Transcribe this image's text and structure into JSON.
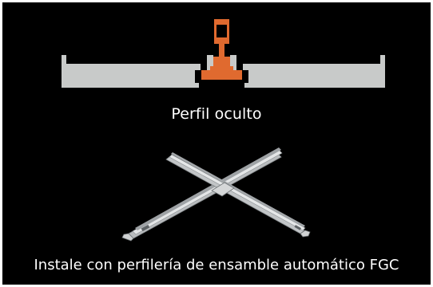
{
  "labels": {
    "profile_caption": "Perfil oculto",
    "install_caption": "Instale con perfilería de ensamble automático FGC"
  },
  "colors": {
    "background": "#000000",
    "tile": "#c8cac9",
    "profile_accent": "#e06a2f",
    "caption_text": "#ffffff"
  },
  "icons": {
    "profile_section": "concealed-t-profile-cross-section",
    "grid_assembly": "crossed-t-bar-grid-illustration"
  }
}
